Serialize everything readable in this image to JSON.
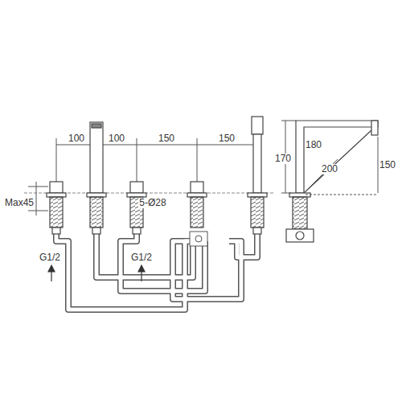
{
  "diagram": {
    "labels": [
      "100",
      "100",
      "150",
      "150",
      "Max45",
      "5-Ø28",
      "G1/2",
      "G1/2",
      "170",
      "180",
      "200",
      "150"
    ]
  }
}
